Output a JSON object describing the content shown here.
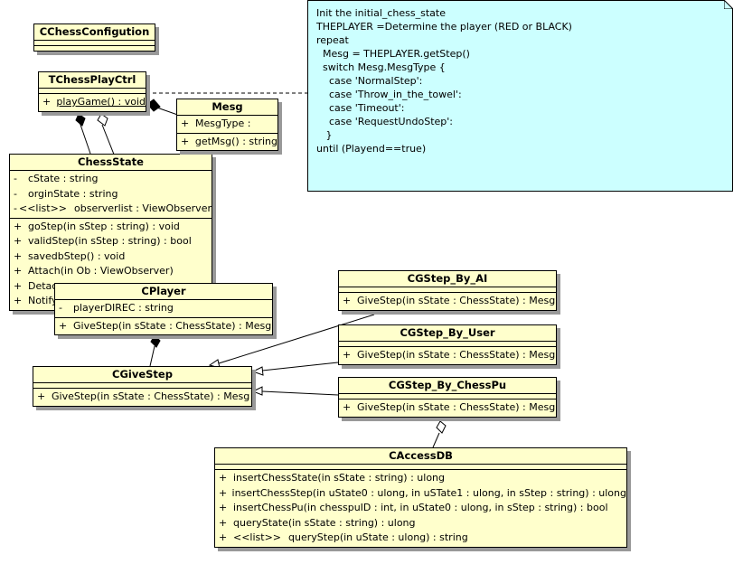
{
  "classes": {
    "chess_configuration": {
      "name": "CChessConfigution"
    },
    "chess_play_ctrl": {
      "name": "TChessPlayCtrl",
      "operations": [
        {
          "vis": "+",
          "text": "playGame() : void"
        }
      ]
    },
    "mesg": {
      "name": "Mesg",
      "attributes": [
        {
          "vis": "+",
          "text": "MesgType :"
        }
      ],
      "operations": [
        {
          "vis": "+",
          "text": "getMsg() : string"
        }
      ]
    },
    "chess_state": {
      "name": "ChessState",
      "attributes": [
        {
          "vis": "-",
          "text": "cState : string"
        },
        {
          "vis": "-",
          "text": "orginState : string"
        },
        {
          "vis": "-",
          "stereo": "<<list>>",
          "text": "observerlist : ViewObserver"
        }
      ],
      "operations": [
        {
          "vis": "+",
          "text": "goStep(in sStep : string) : void"
        },
        {
          "vis": "+",
          "text": "validStep(in sStep : string) : bool"
        },
        {
          "vis": "+",
          "text": "savedbStep() : void"
        },
        {
          "vis": "+",
          "text": "Attach(in Ob : ViewObserver)"
        },
        {
          "vis": "+",
          "text": "Detac"
        },
        {
          "vis": "+",
          "text": "Notify"
        }
      ]
    },
    "player": {
      "name": "CPlayer",
      "attributes": [
        {
          "vis": "-",
          "text": "playerDIREC : string"
        }
      ],
      "operations": [
        {
          "vis": "+",
          "text": "GiveStep(in sState : ChessState) : Mesg"
        }
      ]
    },
    "give_step": {
      "name": "CGiveStep",
      "operations": [
        {
          "vis": "+",
          "text": "GiveStep(in sState : ChessState) : Mesg"
        }
      ]
    },
    "gstep_ai": {
      "name": "CGStep_By_AI",
      "operations": [
        {
          "vis": "+",
          "text": "GiveStep(in sState : ChessState) : Mesg"
        }
      ]
    },
    "gstep_user": {
      "name": "CGStep_By_User",
      "operations": [
        {
          "vis": "+",
          "text": "GiveStep(in sState : ChessState) : Mesg"
        }
      ]
    },
    "gstep_chesspu": {
      "name": "CGStep_By_ChessPu",
      "operations": [
        {
          "vis": "+",
          "text": "GiveStep(in sState : ChessState) : Mesg"
        }
      ]
    },
    "access_db": {
      "name": "CAccessDB",
      "operations": [
        {
          "vis": "+",
          "text": "insertChessState(in sState : string) : ulong"
        },
        {
          "vis": "+",
          "text": "insertChessStep(in uState0 : ulong, in uSTate1 : ulong, in sStep : string) : ulong"
        },
        {
          "vis": "+",
          "text": "insertChessPu(in chesspuID : int, in uState0 : ulong, in sStep : string) : bool"
        },
        {
          "vis": "+",
          "text": "queryState(in sState : string) : ulong"
        },
        {
          "vis": "+",
          "stereo": "<<list>>",
          "text": "queryStep(in uState : ulong) : string"
        }
      ]
    }
  },
  "note": {
    "lines": [
      "Init the initial_chess_state",
      "THEPLAYER =Determine the player (RED or BLACK)",
      "repeat",
      "  Mesg = THEPLAYER.getStep()",
      "  switch Mesg.MesgType {",
      "    case 'NormalStep':",
      "    case 'Throw_in_the_towel':",
      "    case 'Timeout':",
      "    case 'RequestUndoStep':",
      "   }",
      "until (Playend==true)"
    ]
  },
  "colors": {
    "class_fill": "#ffffcc",
    "note_fill": "#ccffff",
    "shadow": "#999999"
  }
}
